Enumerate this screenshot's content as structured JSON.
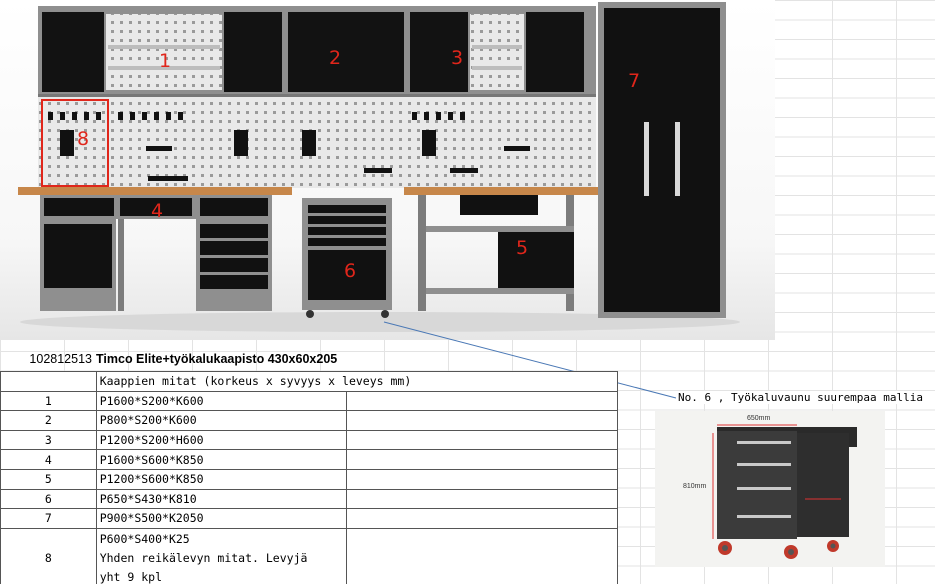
{
  "image": {
    "labels": [
      "1",
      "2",
      "3",
      "4",
      "5",
      "6",
      "7",
      "8"
    ]
  },
  "sheet": {
    "code": "102812513",
    "product": "Timco Elite+työkalukaapisto 430x60x205",
    "header": "Kaappien mitat (korkeus x syvyys x leveys mm)",
    "rows": [
      {
        "num": "1",
        "dims": "P1600*S200*K600"
      },
      {
        "num": "2",
        "dims": "P800*S200*K600"
      },
      {
        "num": "3",
        "dims": "P1200*S200*H600"
      },
      {
        "num": "4",
        "dims": "P1600*S600*K850"
      },
      {
        "num": "5",
        "dims": "P1200*S600*K850"
      },
      {
        "num": "6",
        "dims": "P650*S430*K810"
      },
      {
        "num": "7",
        "dims": "P900*S500*K2050"
      }
    ],
    "row8": {
      "num": "8",
      "line1": "P600*S400*K25",
      "line2": "Yhden reikälevyn mitat. Levyjä",
      "line3": "yht 9 kpl"
    }
  },
  "note": {
    "text": "No. 6 , Työkaluvaunu suurempaa mallia"
  },
  "cart": {
    "width_label": "650mm",
    "height_label": "810mm"
  },
  "colors": {
    "label_red": "#e0261b",
    "cabinet_black": "#111111",
    "frame_grey": "#8c8c8c",
    "worktop_wood": "#c7874a",
    "connector_blue": "#4a78b5"
  }
}
